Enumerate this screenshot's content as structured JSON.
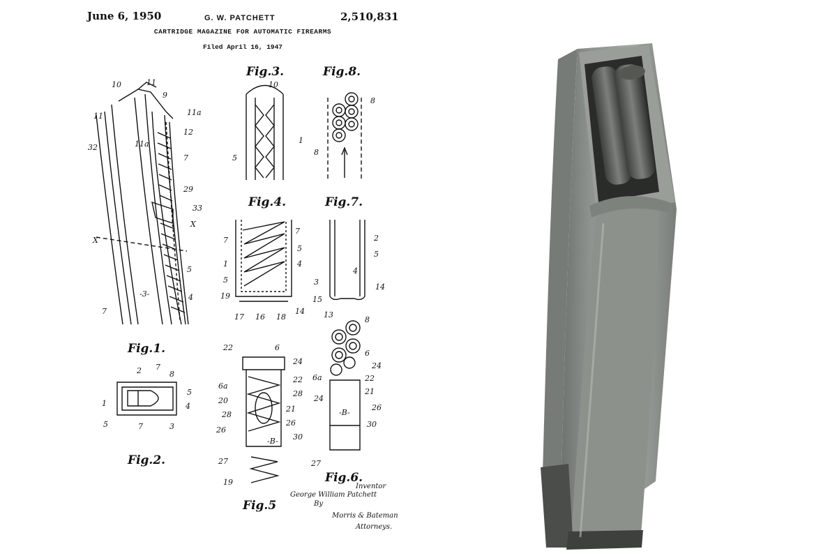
{
  "patent": {
    "date": "June 6, 1950",
    "inventor": "G. W. PATCHETT",
    "number": "2,510,831",
    "title": "CARTRIDGE MAGAZINE FOR AUTOMATIC FIREARMS",
    "filed": "Filed April 16, 1947",
    "figures": {
      "fig1": "Fig.1.",
      "fig2": "Fig.2.",
      "fig3": "Fig.3.",
      "fig4": "Fig.4.",
      "fig5": "Fig.5",
      "fig6": "Fig.6.",
      "fig7": "Fig.7.",
      "fig8": "Fig.8."
    },
    "refs": {
      "r1": "1",
      "r2": "2",
      "r3": "3",
      "r4": "4",
      "r5": "5",
      "r6": "6",
      "r6a": "6a",
      "r7": "7",
      "r8": "8",
      "r9": "9",
      "r10": "10",
      "r11": "11",
      "r11a": "11a",
      "r12": "12",
      "r13": "13",
      "r14": "14",
      "r15": "15",
      "r16": "16",
      "r17": "17",
      "r18": "18",
      "r19": "19",
      "r20": "20",
      "r21": "21",
      "r22": "22",
      "r24": "24",
      "r26": "26",
      "r27": "27",
      "r28": "28",
      "r29": "29",
      "r30": "30",
      "r32": "32",
      "r33": "33",
      "rX": "X",
      "r3dash": "-3-",
      "rB": "-B-"
    },
    "signature": {
      "inventor_label": "Inventor",
      "inventor_signature": "George William Patchett",
      "by": "By",
      "attorney_signature": "Morris & Bateman",
      "attorneys_label": "Attorneys."
    }
  }
}
